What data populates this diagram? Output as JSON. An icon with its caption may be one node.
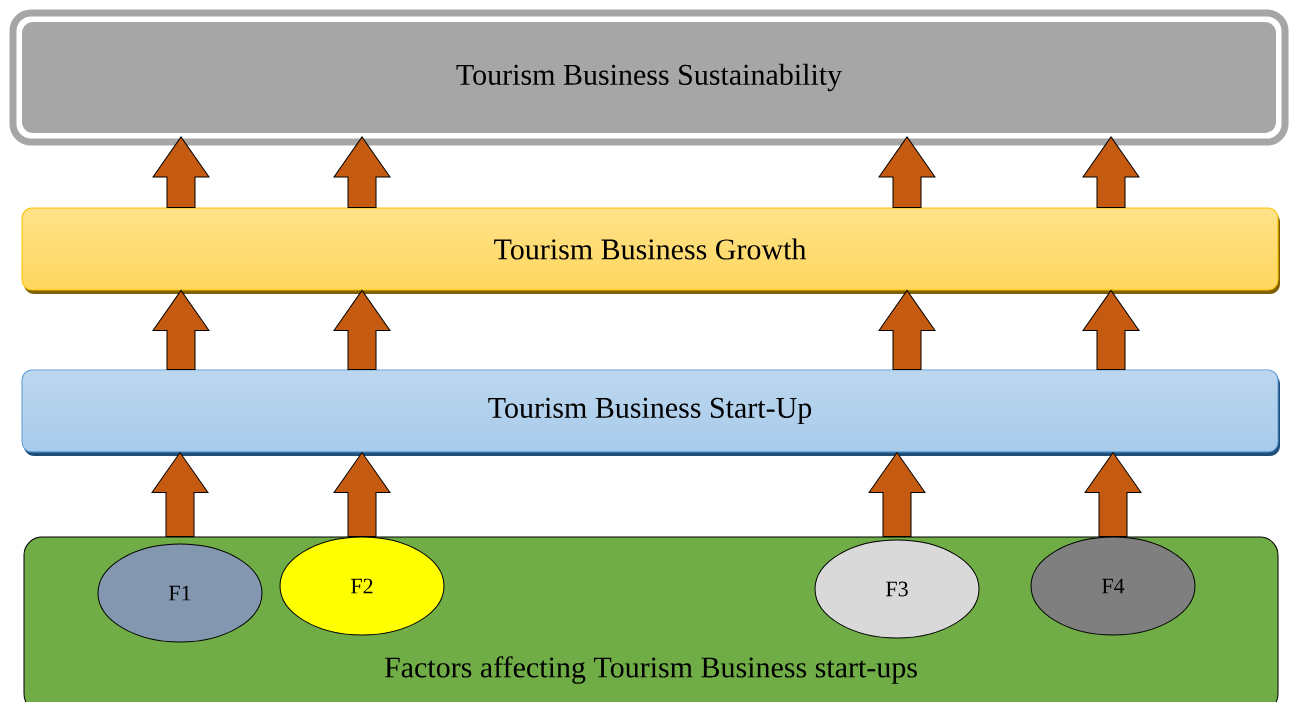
{
  "diagram": {
    "nodes": [
      {
        "text": [
          "Tourism Business Sustainability"
        ]
      },
      {
        "text": [
          "Tourism Business Growth"
        ]
      },
      {
        "text": [
          "Tourism Business Start-Up"
        ]
      },
      {
        "text": [
          "Factors affecting Tourism Business start-ups"
        ]
      },
      {
        "text": [
          "F1"
        ],
        "in": 3
      },
      {
        "text": [
          "F2"
        ],
        "in": 3
      },
      {
        "text": [
          "F3"
        ],
        "in": 3
      },
      {
        "text": [
          "F4"
        ],
        "in": 3
      }
    ],
    "edges": [
      {
        "from": 4,
        "to": 2,
        "arrow": "to"
      },
      {
        "from": 5,
        "to": 2,
        "arrow": "to"
      },
      {
        "from": 6,
        "to": 2,
        "arrow": "to"
      },
      {
        "from": 7,
        "to": 2,
        "arrow": "to"
      },
      {
        "from": 2,
        "to": 1,
        "arrow": "to"
      },
      {
        "from": 2,
        "to": 1,
        "arrow": "to"
      },
      {
        "from": 2,
        "to": 1,
        "arrow": "to"
      },
      {
        "from": 2,
        "to": 1,
        "arrow": "to"
      },
      {
        "from": 1,
        "to": 0,
        "arrow": "to"
      },
      {
        "from": 1,
        "to": 0,
        "arrow": "to"
      },
      {
        "from": 1,
        "to": 0,
        "arrow": "to"
      },
      {
        "from": 1,
        "to": 0,
        "arrow": "to"
      }
    ]
  }
}
